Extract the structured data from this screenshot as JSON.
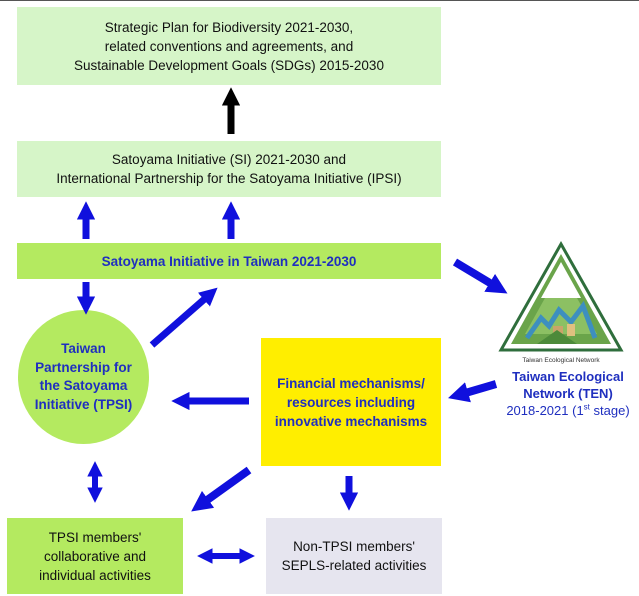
{
  "boxes": {
    "strategic": {
      "lines": [
        "Strategic Plan for Biodiversity 2021-2030,",
        "related conventions and agreements, and",
        "Sustainable Development Goals (SDGs) 2015-2030"
      ]
    },
    "si": {
      "lines": [
        "Satoyama Initiative (SI) 2021-2030 and",
        "International Partnership for the Satoyama Initiative (IPSI)"
      ]
    },
    "taiwan": {
      "label": "Satoyama Initiative in Taiwan 2021-2030"
    },
    "tpsi": {
      "lines": [
        "Taiwan",
        "Partnership for",
        "the Satoyama",
        "Initiative (TPSI)"
      ]
    },
    "financial": {
      "lines": [
        "Financial mechanisms/",
        "resources including",
        "innovative mechanisms"
      ]
    },
    "members": {
      "lines": [
        "TPSI members'",
        "collaborative and",
        "individual activities"
      ]
    },
    "nontpsi": {
      "lines": [
        "Non-TPSI members'",
        "SEPLS-related activities"
      ]
    },
    "ten": {
      "logo_caption": "Taiwan Ecological Network",
      "line1": "Taiwan Ecological",
      "line2": "Network (TEN)",
      "years": "2018-2021 (1",
      "sup": "st",
      "stage": " stage)"
    }
  },
  "colors": {
    "pale_green": "#d6f5c8",
    "lime": "#b4ea60",
    "yellow": "#ffee00",
    "lavender": "#e6e5ef",
    "blue_text": "#1f2fbf",
    "arrow_blue": "#1010dd",
    "arrow_black": "#000000"
  },
  "icons": [
    "mountain-logo-icon"
  ]
}
